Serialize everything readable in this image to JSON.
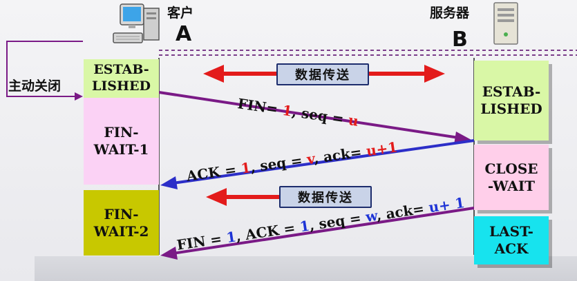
{
  "client": {
    "label_cn": "客户",
    "letter": "A"
  },
  "server": {
    "label_cn": "服务器",
    "letter": "B"
  },
  "side_label": "主动关闭",
  "states_client": {
    "estab": "ESTAB-\nLISHED",
    "fin_wait_1": "FIN-\nWAIT-1",
    "fin_wait_2": "FIN-\nWAIT-2"
  },
  "states_server": {
    "estab": "ESTAB-\nLISHED",
    "close_wait": "CLOSE\n-WAIT",
    "last_ack": "LAST-\nACK"
  },
  "data_transfer_1": "数据传送",
  "data_transfer_2": "数据传送",
  "msg1": {
    "a": "FIN= ",
    "b": "1",
    "c": ", seq = ",
    "d": "u"
  },
  "msg2": {
    "a": "ACK = ",
    "b": "1",
    "c": ", seq = ",
    "d": "v",
    "e": ", ack= ",
    "f": "u+1"
  },
  "msg3": {
    "a": "FIN = ",
    "b": "1",
    "c": ", ACK = ",
    "d": "1",
    "e": ", seq = ",
    "f": "w",
    "g": ", ack= ",
    "h": "u+ 1"
  },
  "colors": {
    "estab": "#d9f7a6",
    "fin_wait_1": "#fbd2f5",
    "fin_wait_2": "#c8c800",
    "close_wait": "#ffcfea",
    "last_ack": "#17e3ee",
    "fin_arrow": "#7a1a86",
    "ack_arrow": "#2c2ec8",
    "data_arrow": "#e31b1b"
  },
  "icons": [
    "computer-icon",
    "server-icon"
  ]
}
